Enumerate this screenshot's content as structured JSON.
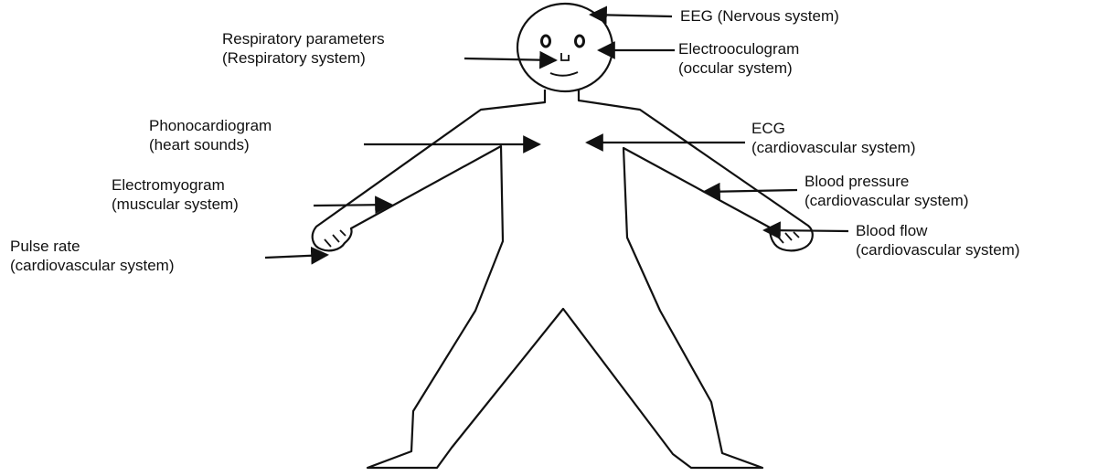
{
  "labels": {
    "eeg": {
      "line1": "EEG (Nervous system)"
    },
    "respiratory": {
      "line1": "Respiratory parameters",
      "line2": "(Respiratory system)"
    },
    "electrooculogram": {
      "line1": "Electrooculogram",
      "line2": "(occular system)"
    },
    "phonocardiogram": {
      "line1": "Phonocardiogram",
      "line2": "(heart sounds)"
    },
    "ecg": {
      "line1": "ECG",
      "line2": "(cardiovascular system)"
    },
    "electromyogram": {
      "line1": "Electromyogram",
      "line2": "(muscular system)"
    },
    "blood_pressure": {
      "line1": "Blood pressure",
      "line2": "(cardiovascular system)"
    },
    "blood_flow": {
      "line1": "Blood flow",
      "line2": "(cardiovascular system)"
    },
    "pulse_rate": {
      "line1": "Pulse rate",
      "line2": "(cardiovascular system)"
    }
  },
  "colors": {
    "ink": "#111111",
    "background": "#ffffff"
  }
}
